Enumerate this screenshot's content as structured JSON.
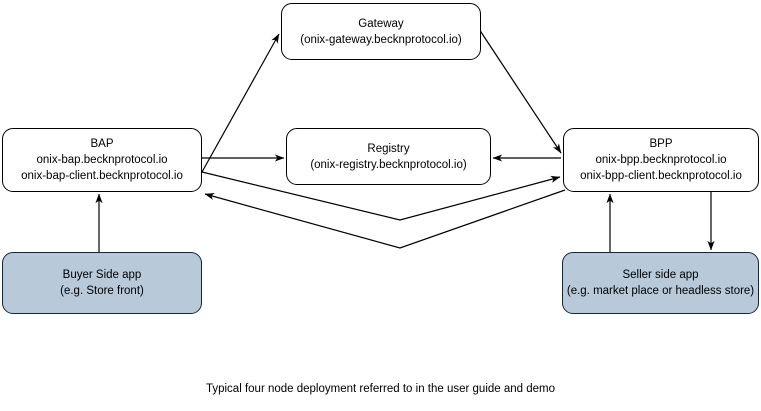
{
  "diagram": {
    "caption": "Typical four node deployment referred to in the user guide and demo",
    "colors": {
      "node_fill": "#ffffff",
      "app_fill": "#b8c9d9",
      "node_stroke": "#000000",
      "app_stroke": "#17233b",
      "arrow_stroke": "#000000",
      "background": "#ffffff"
    },
    "nodes": [
      {
        "id": "gateway",
        "title": "Gateway",
        "subtitle": "(onix-gateway.becknprotocol.io)",
        "style": "plain"
      },
      {
        "id": "bap",
        "title": "BAP",
        "subtitle": "onix-bap.becknprotocol.io",
        "subtitle2": "onix-bap-client.becknprotocol.io",
        "style": "plain"
      },
      {
        "id": "registry",
        "title": "Registry",
        "subtitle": "(onix-registry.becknprotocol.io)",
        "style": "plain"
      },
      {
        "id": "bpp",
        "title": "BPP",
        "subtitle": "onix-bpp.becknprotocol.io",
        "subtitle2": "onix-bpp-client.becknprotocol.io",
        "style": "plain"
      },
      {
        "id": "buyer-app",
        "title": "Buyer Side app",
        "subtitle": "(e.g. Store front)",
        "style": "filled"
      },
      {
        "id": "seller-app",
        "title": "Seller side app",
        "subtitle": "(e.g. market place or headless store)",
        "style": "filled"
      }
    ],
    "edges": [
      {
        "id": "bap-to-gateway",
        "from": "bap",
        "to": "gateway",
        "shape": "line",
        "arrow": "end"
      },
      {
        "id": "gateway-to-bpp",
        "from": "gateway",
        "to": "bpp",
        "shape": "line",
        "arrow": "end"
      },
      {
        "id": "bap-to-registry",
        "from": "bap",
        "to": "registry",
        "shape": "line",
        "arrow": "end"
      },
      {
        "id": "bpp-to-registry",
        "from": "bpp",
        "to": "registry",
        "shape": "line",
        "arrow": "end"
      },
      {
        "id": "bap-to-bpp",
        "from": "bap",
        "to": "bpp",
        "shape": "elbow",
        "arrow": "end"
      },
      {
        "id": "bpp-to-bap",
        "from": "bpp",
        "to": "bap",
        "shape": "elbow",
        "arrow": "end"
      },
      {
        "id": "buyer-to-bap",
        "from": "buyer-app",
        "to": "bap",
        "shape": "line",
        "arrow": "end"
      },
      {
        "id": "seller-to-bpp",
        "from": "seller-app",
        "to": "bpp",
        "shape": "line",
        "arrow": "end"
      },
      {
        "id": "bpp-to-seller",
        "from": "bpp",
        "to": "seller-app",
        "shape": "line",
        "arrow": "end"
      }
    ]
  }
}
